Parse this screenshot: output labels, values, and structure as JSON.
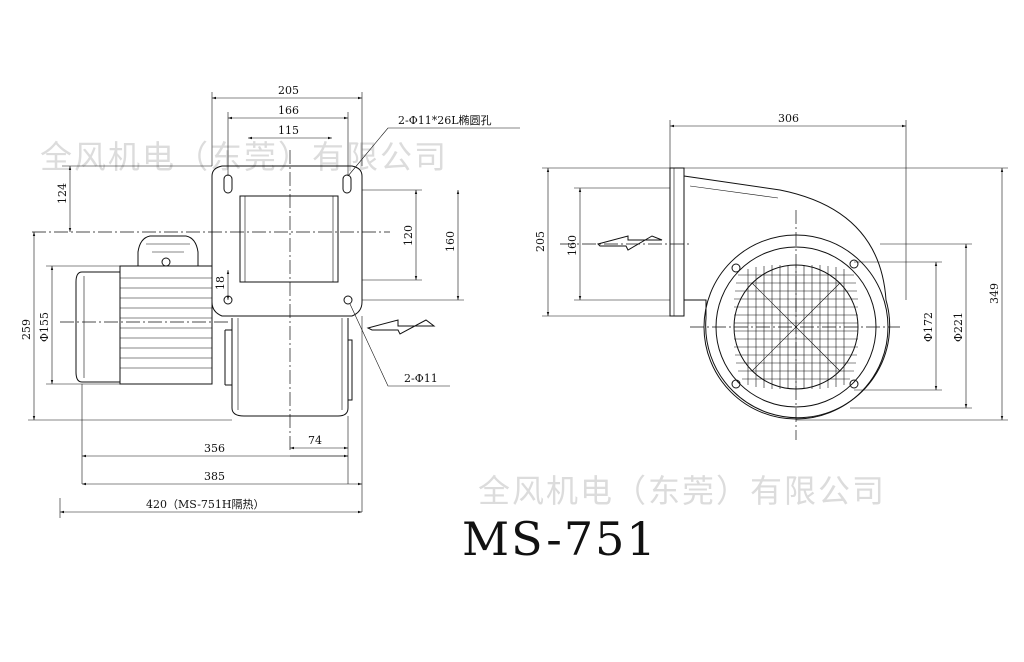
{
  "watermark": "全风机电（东莞）有限公司",
  "model": "MS-751",
  "front_view": {
    "dims": {
      "w205": "205",
      "w166": "166",
      "w115": "115",
      "h124": "124",
      "h120": "120",
      "h160": "160",
      "h18": "18",
      "d155": "Φ155",
      "h259": "259",
      "l356": "356",
      "l74": "74",
      "l385": "385",
      "l420": "420（MS-751H隔热）"
    },
    "hole_top": "2-Φ11*26L椭圆孔",
    "hole_bottom": "2-Φ11"
  },
  "side_view": {
    "dims": {
      "w306": "306",
      "h205": "205",
      "h160": "160",
      "d172": "Φ172",
      "d221": "Φ221",
      "h349": "349"
    }
  }
}
